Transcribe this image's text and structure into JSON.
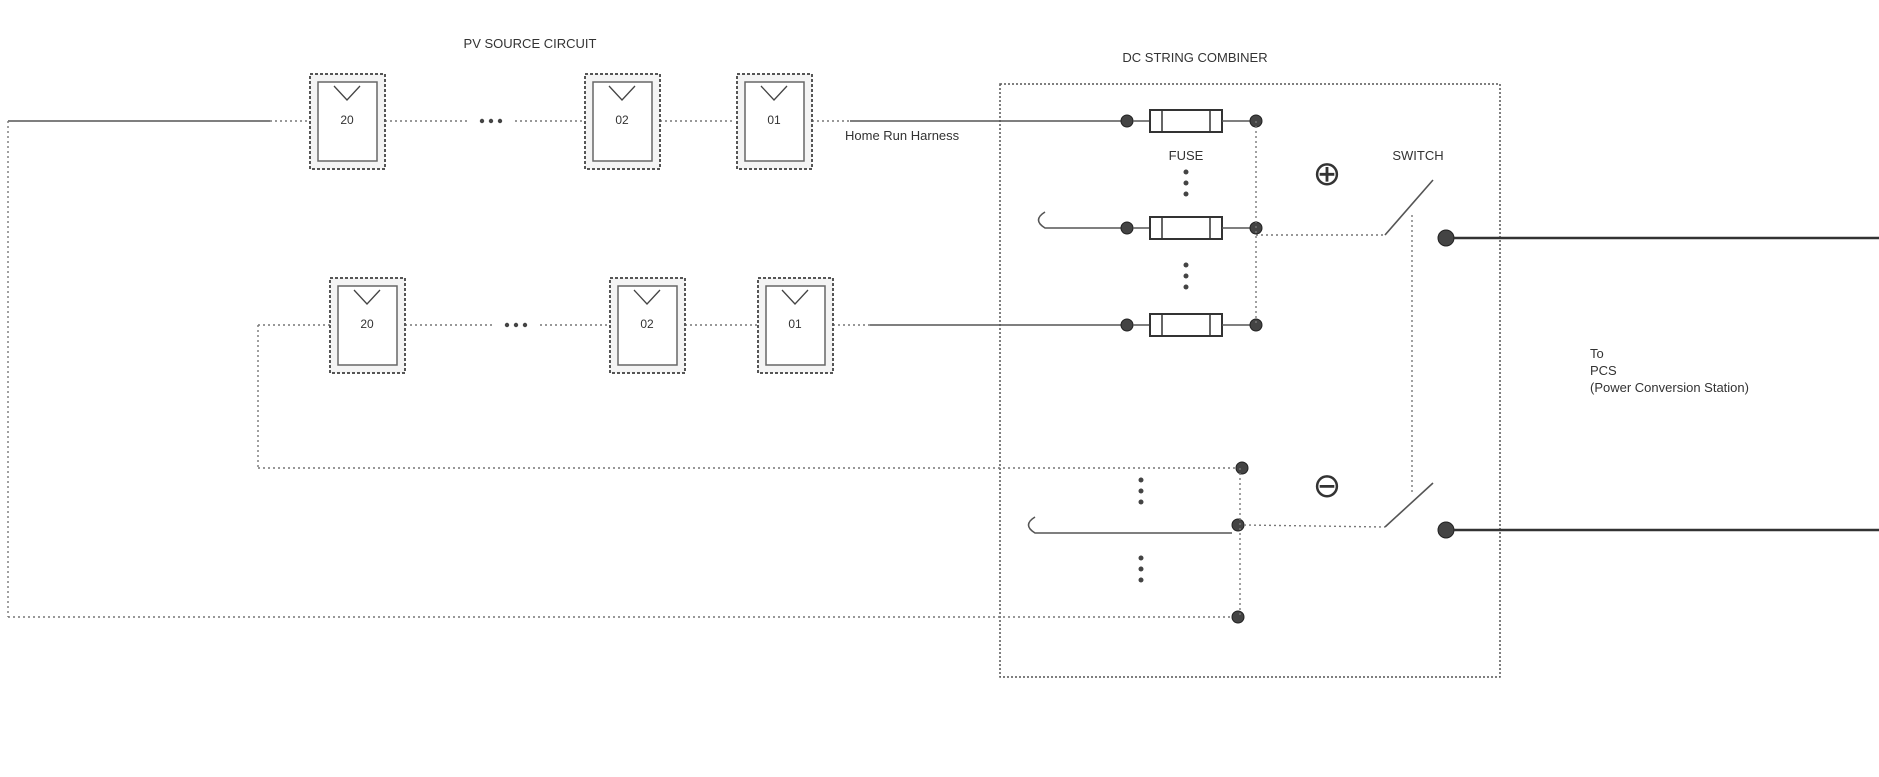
{
  "labels": {
    "pv_source_circuit": "PV SOURCE CIRCUIT",
    "dc_string_combiner": "DC STRING COMBINER",
    "home_run_harness": "Home Run Harness",
    "fuse": "FUSE",
    "switch": "SWITCH",
    "plus_symbol": "⊕",
    "minus_symbol": "⊖",
    "to_pcs": [
      "To",
      "PCS",
      "(Power Conversion Station)"
    ]
  },
  "strings": [
    {
      "modules": [
        "20",
        "02",
        "01"
      ]
    },
    {
      "modules": [
        "20",
        "02",
        "01"
      ]
    }
  ],
  "ellipsis": "• • •",
  "colors": {
    "line": "#555555",
    "heavy": "#333333",
    "node": "#444444"
  }
}
